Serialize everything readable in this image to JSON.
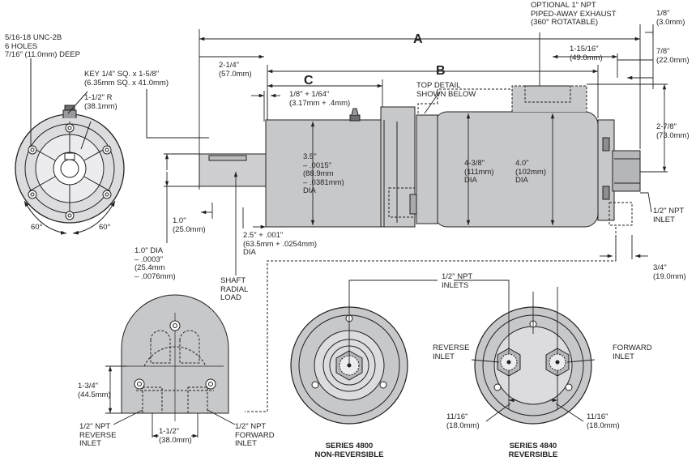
{
  "flange": {
    "holes": [
      "5/16-18 UNC-2B",
      "6 HOLES",
      "7/16\" (11.0mm) DEEP"
    ],
    "radius": [
      "1-1/2\" R",
      "(38.1mm)"
    ],
    "angle": "60°"
  },
  "key": {
    "line1": "KEY 1/4\" SQ. x 1-5/8\"",
    "line2": "(6.35mm SQ. x 41.0mm)"
  },
  "top_detail": [
    "TOP DETAIL",
    "SHOWN BELOW"
  ],
  "radial": [
    "SHAFT",
    "RADIAL",
    "LOAD"
  ],
  "exhaust": [
    "OPTIONAL 1\" NPT",
    "PIPED-AWAY EXHAUST",
    "(360° ROTATABLE)"
  ],
  "inlet_side": [
    "1/2\" NPT",
    "INLET"
  ],
  "dims": {
    "a": "A",
    "b": "B",
    "c": "C",
    "two_quarter": [
      "2-1/4\"",
      "(57.0mm)"
    ],
    "eighth": [
      "1/8\" + 1/64\"",
      "(3.17mm + .4mm)"
    ],
    "d35": [
      "3.5\"",
      "– .0015\"",
      "(88.9mm",
      "– .0381mm)",
      "DIA"
    ],
    "d438": [
      "4-3/8\"",
      "(111mm)",
      "DIA"
    ],
    "d40": [
      "4.0\"",
      "(102mm)",
      "DIA"
    ],
    "one_len": [
      "1.0\"",
      "(25.0mm)"
    ],
    "d25": [
      "2.5\" + .001\"",
      "(63.5mm + .0254mm)",
      "DIA"
    ],
    "shaft": [
      "1.0\" DIA",
      "– .0003\"",
      "(25.4mm",
      "– .0076mm)"
    ],
    "eighth_r": [
      "1/8\"",
      "(3.0mm)"
    ],
    "d11516": [
      "1-15/16\"",
      "(49.0mm)"
    ],
    "d78": [
      "7/8\"",
      "(22.0mm)"
    ],
    "d278": [
      "2-7/8\"",
      "(73.0mm)"
    ],
    "d34": [
      "3/4\"",
      "(19.0mm)"
    ]
  },
  "bottom": {
    "h": [
      "1-3/4\"",
      "(44.5mm)"
    ],
    "w": [
      "1-1/2\"",
      "(38.0mm)"
    ],
    "rev": [
      "1/2\" NPT",
      "REVERSE",
      "INLET"
    ],
    "fwd": [
      "1/2\" NPT",
      "FORWARD",
      "INLET"
    ]
  },
  "series4800": {
    "title": "SERIES 4800",
    "subtitle": "NON-REVERSIBLE"
  },
  "series4840": {
    "title": "SERIES 4840",
    "subtitle": "REVERSIBLE",
    "inlets": [
      "1/2\" NPT",
      "INLETS"
    ],
    "reverse": [
      "REVERSE",
      "INLET"
    ],
    "forward": [
      "FORWARD",
      "INLET"
    ],
    "spacing": [
      "11/16\"",
      "(18.0mm)"
    ]
  }
}
